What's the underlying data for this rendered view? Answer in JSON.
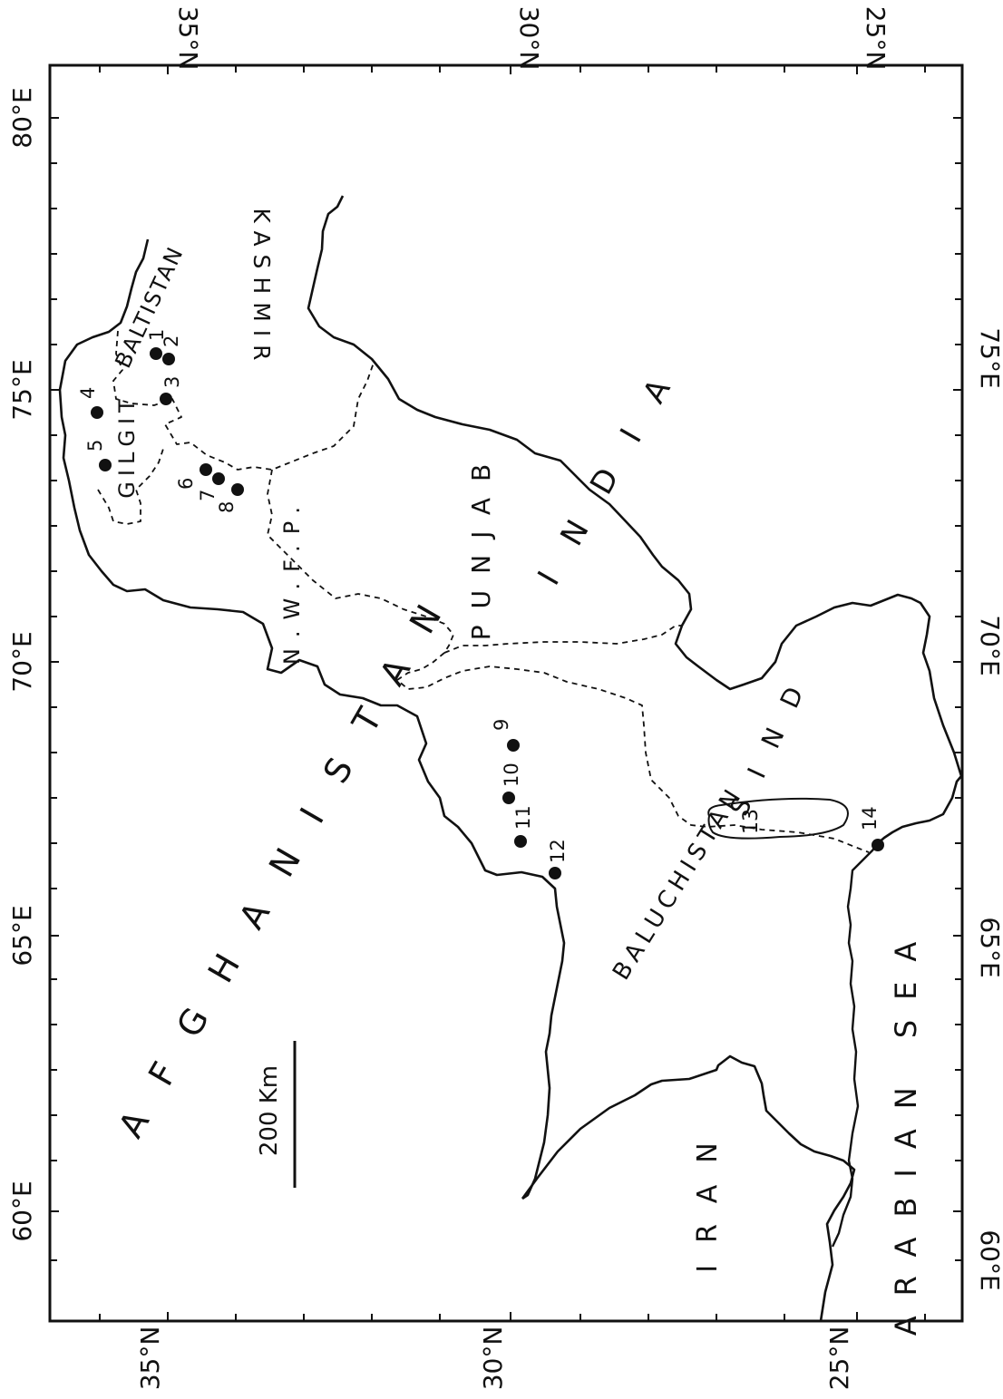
{
  "map": {
    "ink_color": "#111111",
    "paper_color": "#ffffff",
    "axis_labels": {
      "lat_top": [
        "35°N",
        "30°N",
        "25°N"
      ],
      "lat_bottom": [
        "35°N",
        "30°N",
        "25°N"
      ],
      "lon_left": [
        "80°E",
        "75°E",
        "70°E",
        "65°E",
        "60°E"
      ],
      "lon_right": [
        "75°E",
        "70°E",
        "65°E",
        "60°E"
      ]
    },
    "regions": {
      "kashmir": "KASHMIR",
      "baltistan": "BALTISTAN",
      "gilgit": "GILGIT",
      "nwfp": "N.W.F.P.",
      "punjab": "PUNJAB",
      "india": "INDIA",
      "sind": "SIND",
      "baluchistan": "BALUCHISTAN",
      "afghanistan": "AFGHANISTAN",
      "iran": "IRAN",
      "arabian_sea": "ARABIAN SEA"
    },
    "scale_bar": {
      "label": "200 Km"
    },
    "sites": [
      {
        "id": "1",
        "label": "1"
      },
      {
        "id": "2",
        "label": "2"
      },
      {
        "id": "3",
        "label": "3"
      },
      {
        "id": "4",
        "label": "4"
      },
      {
        "id": "5",
        "label": "5"
      },
      {
        "id": "6",
        "label": "6"
      },
      {
        "id": "7",
        "label": "7"
      },
      {
        "id": "8",
        "label": "8"
      },
      {
        "id": "9",
        "label": "9"
      },
      {
        "id": "10",
        "label": "10"
      },
      {
        "id": "11",
        "label": "11"
      },
      {
        "id": "12",
        "label": "12"
      },
      {
        "id": "14",
        "label": "14"
      }
    ],
    "area_13": {
      "label": "13"
    }
  }
}
